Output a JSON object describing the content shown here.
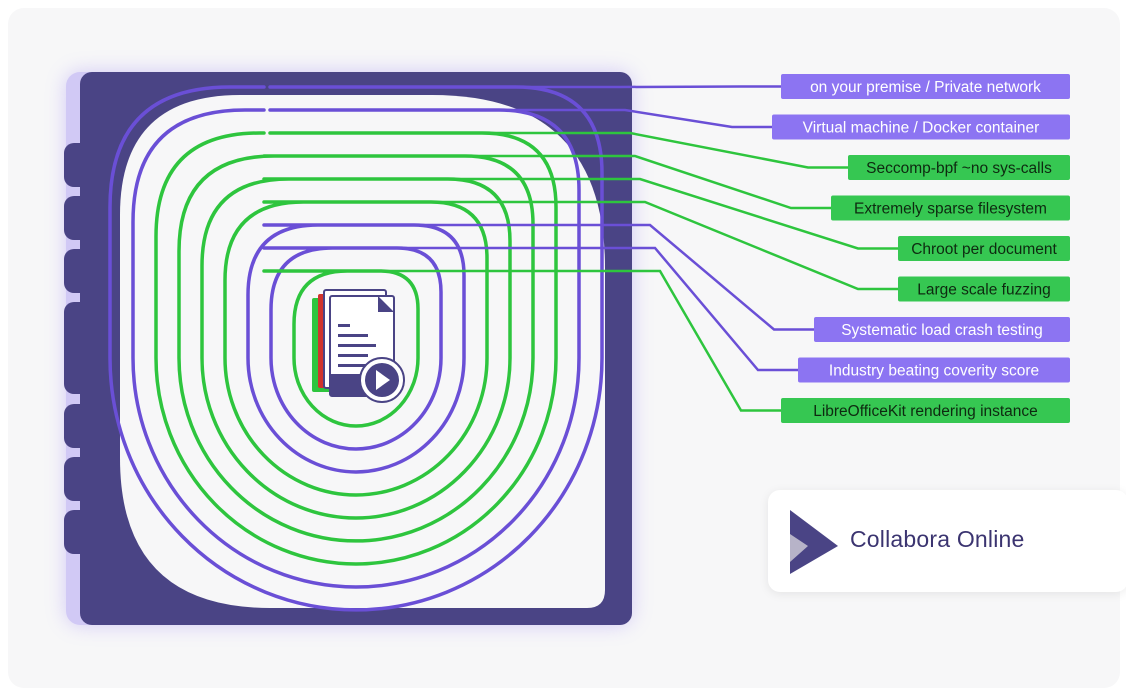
{
  "colors": {
    "purple_dark": "#4a4485",
    "purple_ring": "#6a4fd6",
    "purple_label": "#8c74f2",
    "green": "#2ec53e",
    "green_label": "#36c752"
  },
  "layers": [
    {
      "label": "on your premise / Private network",
      "type": "purple"
    },
    {
      "label": "Virtual machine / Docker container",
      "type": "purple"
    },
    {
      "label": "Seccomp-bpf ~no sys-calls",
      "type": "green"
    },
    {
      "label": "Extremely sparse filesystem",
      "type": "green"
    },
    {
      "label": "Chroot per document",
      "type": "green"
    },
    {
      "label": "Large scale fuzzing",
      "type": "green"
    },
    {
      "label": "Systematic load crash testing",
      "type": "purple"
    },
    {
      "label": "Industry beating coverity score",
      "type": "purple"
    },
    {
      "label": "LibreOfficeKit rendering instance",
      "type": "green"
    }
  ],
  "icons": {
    "center": "document-stack-icon",
    "logo": "collabora-logo-icon"
  },
  "logo": {
    "text": "Collabora Online"
  }
}
